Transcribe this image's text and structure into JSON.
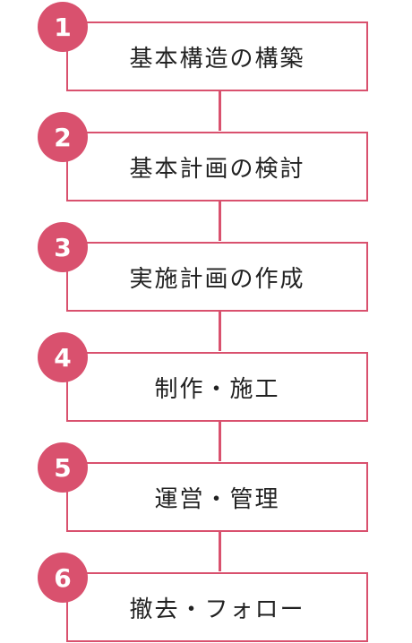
{
  "accent_color": "#d9516e",
  "steps": [
    {
      "number": "1",
      "label": "基本構造の構築"
    },
    {
      "number": "2",
      "label": "基本計画の検討"
    },
    {
      "number": "3",
      "label": "実施計画の作成"
    },
    {
      "number": "4",
      "label": "制作・施工"
    },
    {
      "number": "5",
      "label": "運営・管理"
    },
    {
      "number": "6",
      "label": "撤去・フォロー"
    }
  ]
}
